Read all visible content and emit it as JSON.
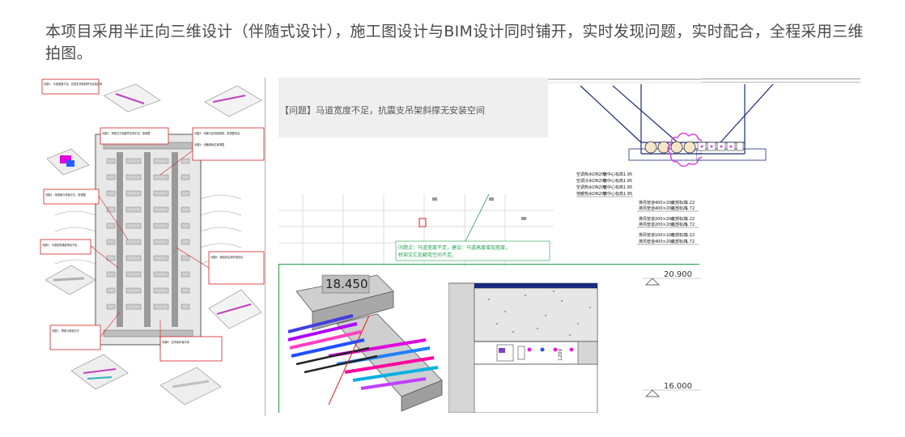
{
  "headline": "本项目采用半正向三维设计（伴随式设计），施工图设计与BIM设计同时铺开，实时发现问题，实时配合，全程采用三维拍图。",
  "issue_note": "【问题】马道宽度不足，抗震支吊架斜撑无安装空间",
  "pipe_rows_top": [
    {
      "name": "空调热水DN200",
      "label": "管中心标高",
      "value": "1.95"
    },
    {
      "name": "空调冷水DN200",
      "label": "管中心标高",
      "value": "1.95"
    },
    {
      "name": "空调热水DN200",
      "label": "管中心标高",
      "value": "1.95"
    },
    {
      "name": "地暖热水DN200",
      "label": "管中心标高",
      "value": "1.95"
    }
  ],
  "duct_rows": [
    {
      "name": "排风管道",
      "size": "400×200",
      "label": "底部标高",
      "value": "2.22"
    },
    {
      "name": "排风管道",
      "size": "400×200",
      "label": "底部标高",
      "value": "1.72"
    },
    {
      "name": "排风管道",
      "size": "200×200",
      "label": "底部标高",
      "value": "2.22"
    },
    {
      "name": "排风管道",
      "size": "200×200",
      "label": "底部标高",
      "value": "1.72"
    },
    {
      "name": "排风管道",
      "size": "100×100",
      "label": "底部标高",
      "value": "2.22"
    },
    {
      "name": "排风管道",
      "size": "400×200",
      "label": "底部标高",
      "value": "1.72"
    }
  ],
  "plan_note_1": "问题点：马道宽度不足，建议：马道高度增加宽度，",
  "plan_note_2": "桥架交汇处翻弯空间不足。",
  "model_elevation": "18.450",
  "section_dim": "1200",
  "elevation_top": "20.900",
  "elevation_bottom": "16.000",
  "left_drawing_notes": [
    "问题1：马道宽度不足，抗震支吊架斜撑无安装空间",
    "问题2：桥架交叉处翻弯空间不足，需调整",
    "问题3：风管与结构梁碰撞，需调整标高",
    "问题4：喷淋管与风管交叉，需调整",
    "问题5：马道检修通道净高不足",
    "问题6：管线综合排布需优化",
    "问题7：桥架与管道交叉",
    "问题8：支吊架布置冲突",
    "问题9：设备基础位置调整"
  ],
  "colors": {
    "headline": "#4a4a4a",
    "magenta": "#e040e0",
    "red": "#d62020",
    "green": "#22a050",
    "navy": "#1a2a7a"
  }
}
